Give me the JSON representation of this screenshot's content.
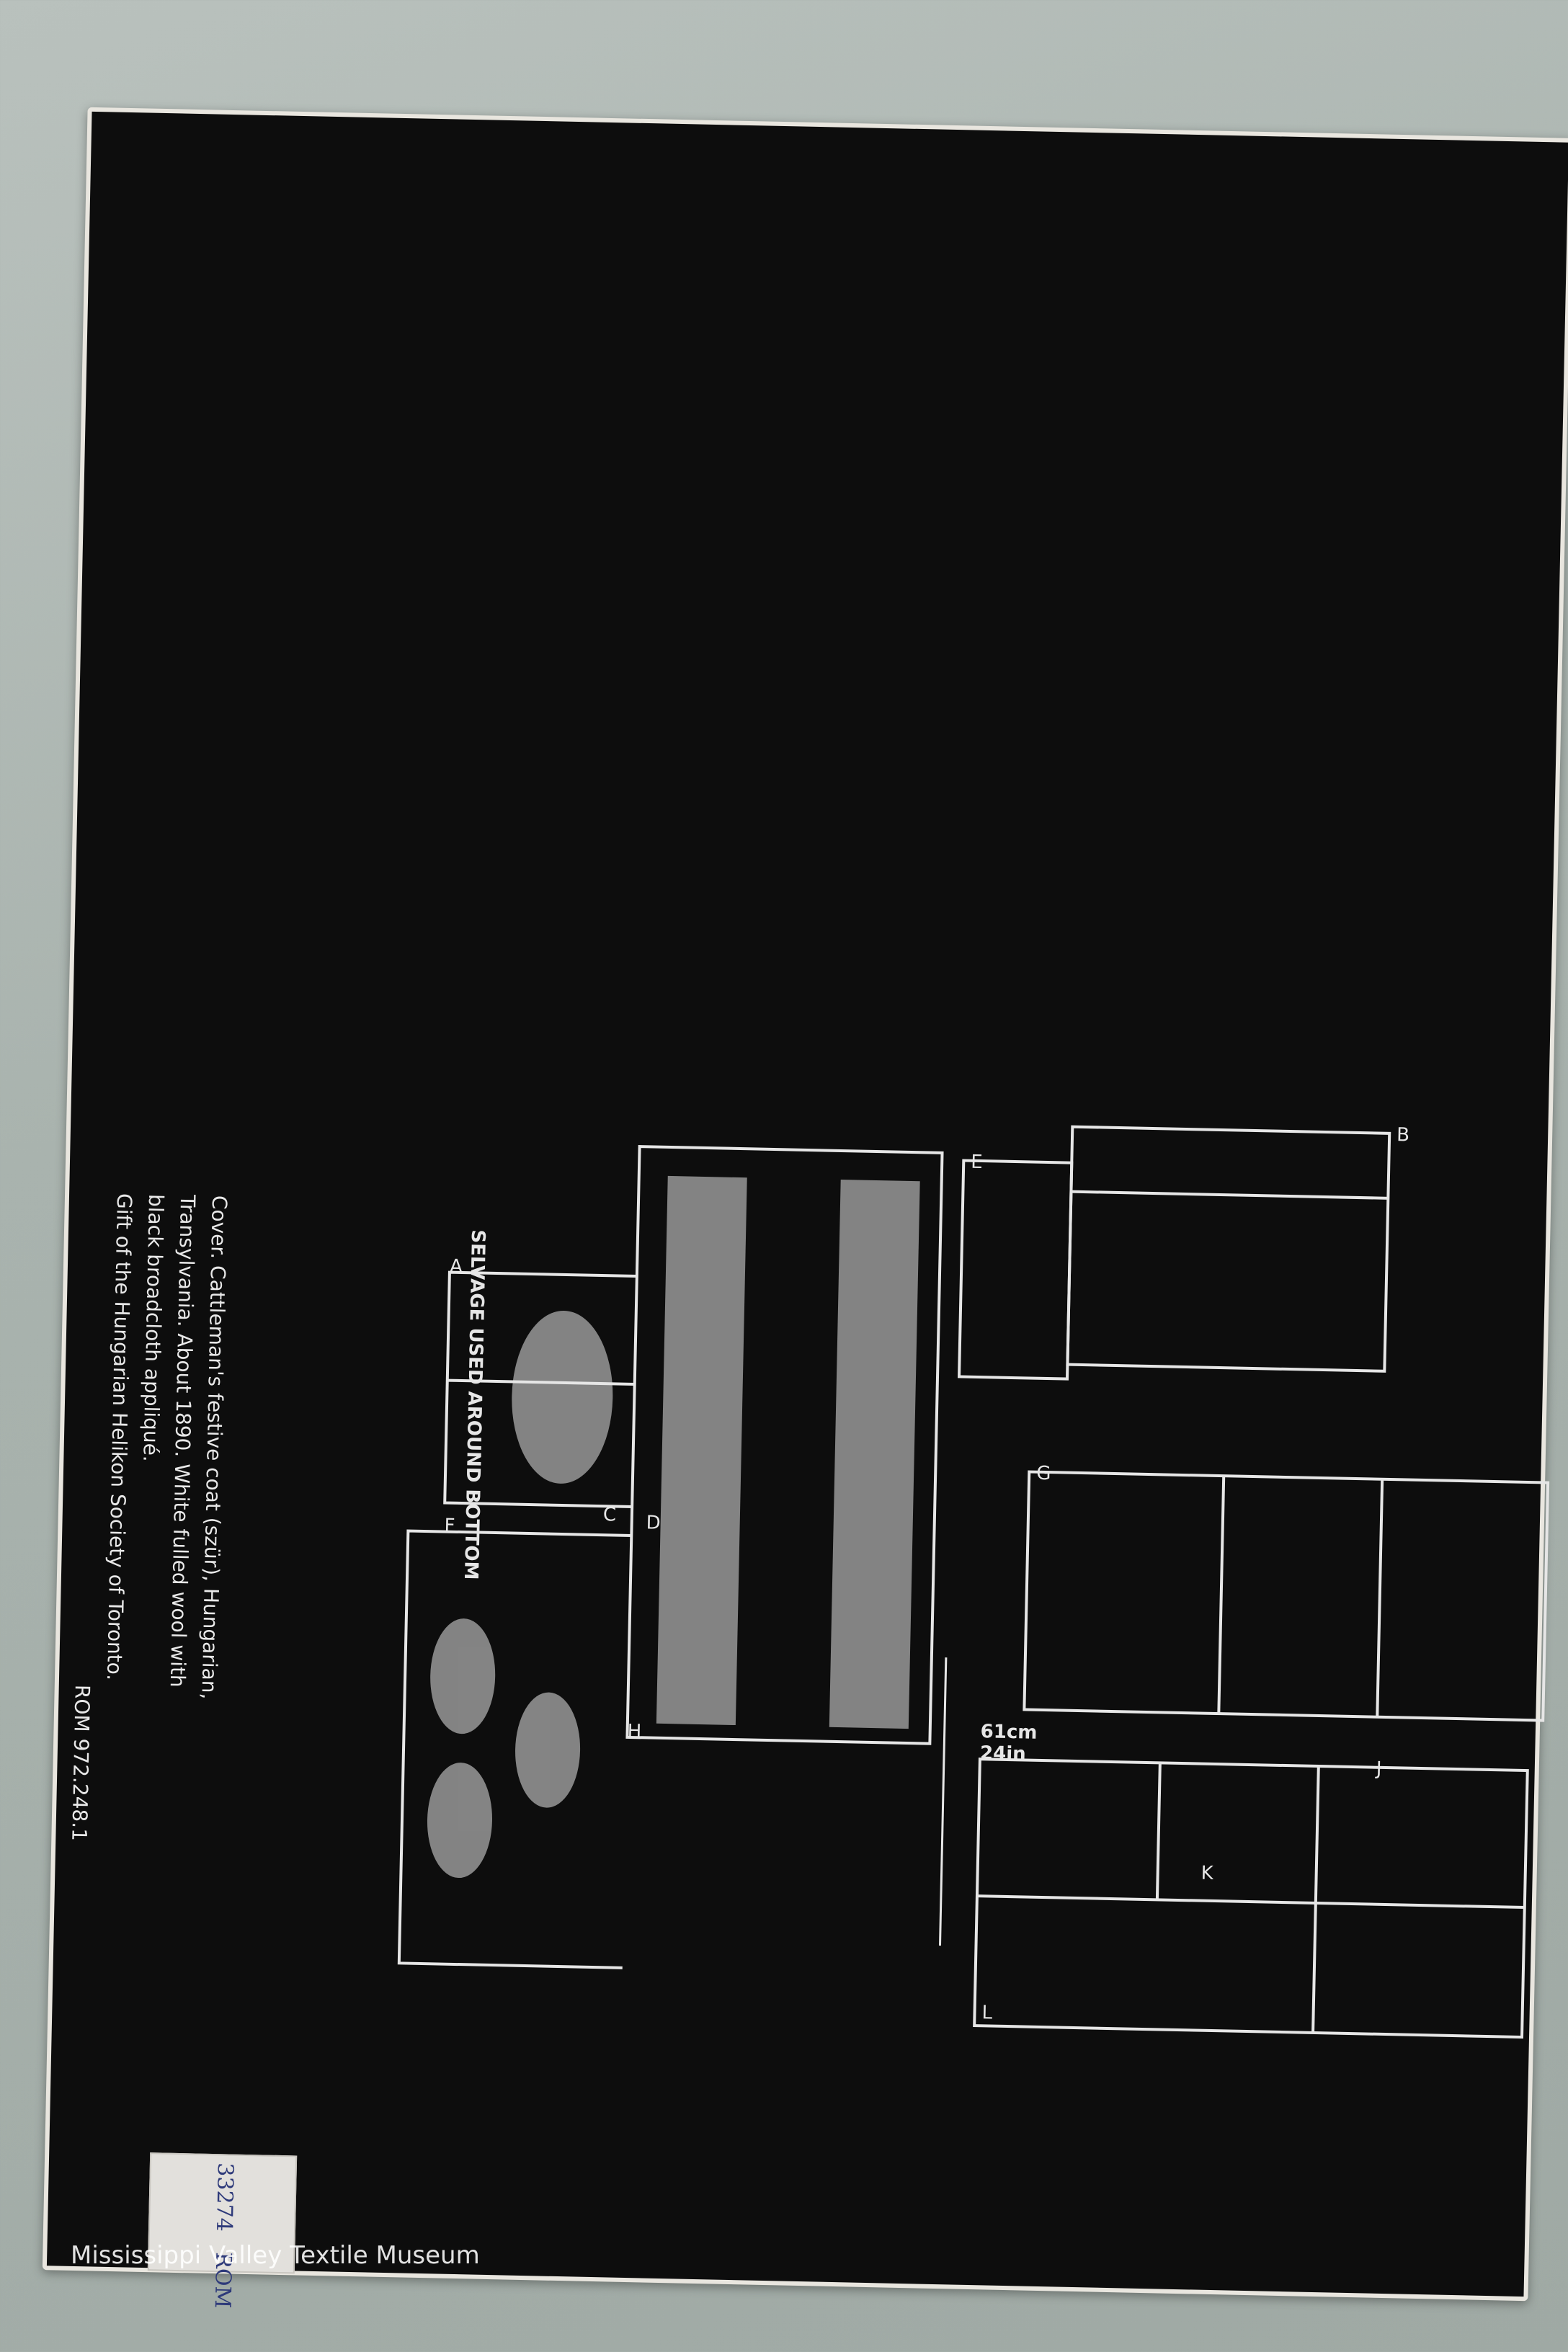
{
  "caption": {
    "line1": "Cover. Cattleman's festive coat (szür), Hungarian,",
    "line2": "Transylvania. About 1890. White fulled wool with",
    "line3": "black broadcloth appliqué.",
    "line4": "Gift of the Hungarian Helikon Society of Toronto.",
    "ref": "ROM 972.248.1"
  },
  "pattern_labels": {
    "selvage_note": "SELVAGE USED AROUND BOTTOM",
    "measure_cm": "61cm",
    "measure_in": "24in",
    "letters": [
      "A",
      "B",
      "C",
      "D",
      "E",
      "F",
      "G",
      "H",
      "J",
      "K",
      "L"
    ]
  },
  "museum_label": {
    "number": "33274",
    "org": "ROM"
  },
  "watermark": "Mississippi Valley Textile Museum"
}
